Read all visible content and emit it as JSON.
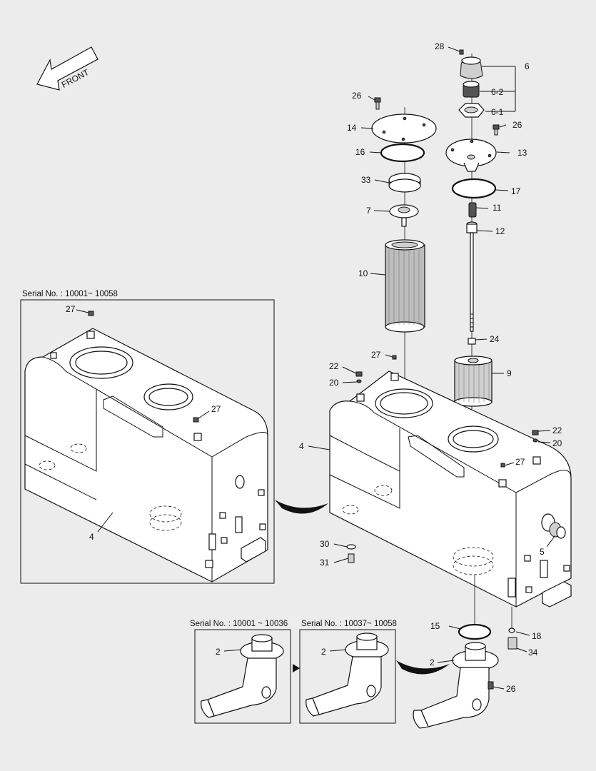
{
  "front_label": "FRONT",
  "serials": {
    "tank_variant": "Serial No. : 10001~ 10058",
    "pipe_variant_a": "Serial No. : 10001 ~ 10036",
    "pipe_variant_b": "Serial No. : 10037~ 10058"
  },
  "callouts": {
    "c28": "28",
    "c6": "6",
    "c6_2": "6-2",
    "c6_1": "6-1",
    "c26_top": "26",
    "c14": "14",
    "c26_right": "26",
    "c16": "16",
    "c13": "13",
    "c33": "33",
    "c17": "17",
    "c7": "7",
    "c11": "11",
    "c12": "12",
    "c10": "10",
    "c24": "24",
    "c27_main": "27",
    "c22_left": "22",
    "c9": "9",
    "c20_left": "20",
    "c22_right": "22",
    "c20_right": "20",
    "c4_main": "4",
    "c27_right": "27",
    "c5": "5",
    "c30": "30",
    "c31": "31",
    "c15": "15",
    "c18": "18",
    "c34": "34",
    "c2_main": "2",
    "c26_bottom": "26",
    "c27_inset_top": "27",
    "c27_inset_mid": "27",
    "c4_inset": "4",
    "c2_inset_a": "2",
    "c2_inset_b": "2"
  }
}
